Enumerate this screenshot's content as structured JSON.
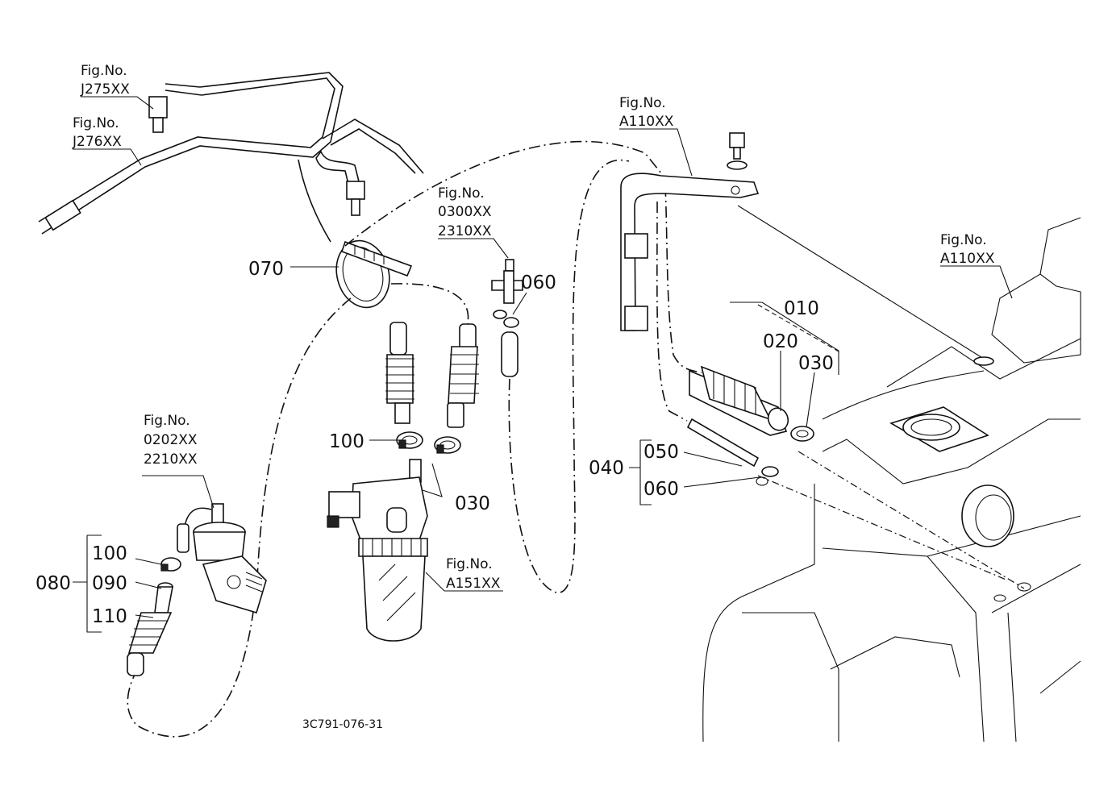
{
  "diagram": {
    "drawing_code": "3C791-076-31",
    "callouts": {
      "c010": "010",
      "c020": "020",
      "c030a": "030",
      "c030b": "030",
      "c040": "040",
      "c050": "050",
      "c060a": "060",
      "c060b": "060",
      "c070": "070",
      "c080": "080",
      "c090": "090",
      "c100a": "100",
      "c100b": "100",
      "c110": "110"
    },
    "references": {
      "j275": {
        "fig": "Fig.No.",
        "code": "J275XX"
      },
      "j276": {
        "fig": "Fig.No.",
        "code": "J276XX"
      },
      "a110_top": {
        "fig": "Fig.No.",
        "code": "A110XX"
      },
      "a110_right": {
        "fig": "Fig.No.",
        "code": "A110XX"
      },
      "f0300": {
        "fig": "Fig.No.",
        "code1": "0300XX",
        "code2": "2310XX"
      },
      "f0202": {
        "fig": "Fig.No.",
        "code1": "0202XX",
        "code2": "2210XX"
      },
      "a151": {
        "fig": "Fig.No.",
        "code": "A151XX"
      }
    }
  }
}
